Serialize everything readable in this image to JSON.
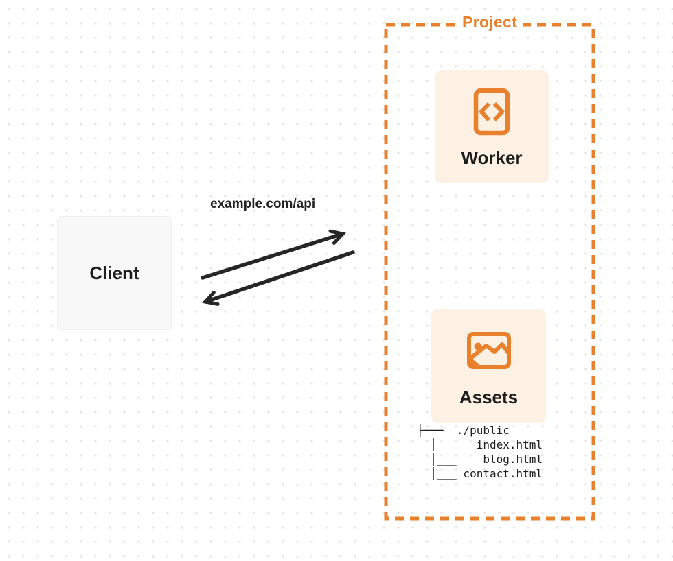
{
  "diagram": {
    "client": {
      "label": "Client"
    },
    "request_label": "example.com/api",
    "project": {
      "label": "Project",
      "nodes": [
        {
          "id": "worker",
          "label": "Worker",
          "icon": "code-icon"
        },
        {
          "id": "assets",
          "label": "Assets",
          "icon": "image-icon"
        }
      ],
      "file_tree": {
        "text": "├───  ./public\n  │___   index.html\n  │___    blog.html\n  │___ contact.html",
        "root": "./public",
        "files": [
          "index.html",
          "blog.html",
          "contact.html"
        ]
      }
    },
    "colors": {
      "accent_orange": "#e8802c",
      "card_cream": "#fcf1e3",
      "client_gray": "#f8f8f8",
      "arrow_dark": "#262626",
      "text_dark": "#1e1e1e",
      "dot_grid": "#e4e4e6"
    }
  }
}
